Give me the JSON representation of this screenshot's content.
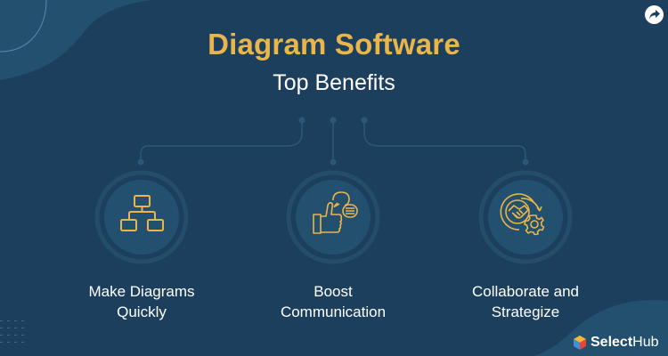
{
  "header": {
    "title": "Diagram Software",
    "subtitle": "Top Benefits"
  },
  "benefits": [
    {
      "label_line1": "Make Diagrams",
      "label_line2": "Quickly",
      "icon": "flowchart-icon"
    },
    {
      "label_line1": "Boost",
      "label_line2": "Communication",
      "icon": "thumbs-up-chat-icon"
    },
    {
      "label_line1": "Collaborate and",
      "label_line2": "Strategize",
      "icon": "handshake-gear-icon"
    }
  ],
  "brand": {
    "name_bold": "Select",
    "name_light": "Hub"
  },
  "share": {
    "icon": "share-icon"
  },
  "colors": {
    "background": "#1c3f5e",
    "accent": "#eab54a",
    "circle_inner": "#23506f",
    "ring": "#244c6b",
    "connector": "#2b5878"
  }
}
